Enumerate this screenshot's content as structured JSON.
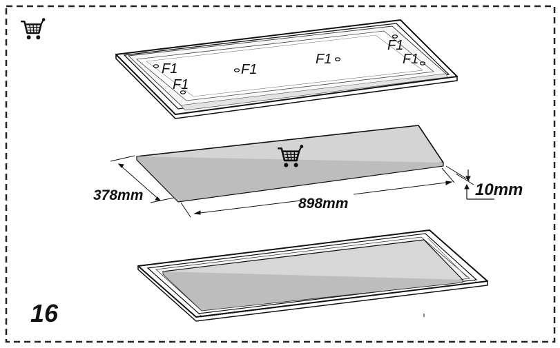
{
  "step_number": "16",
  "fastener_labels": [
    "F1",
    "F1",
    "F1",
    "F1",
    "F1",
    "F1"
  ],
  "dimensions": {
    "depth": "378mm",
    "width": "898mm",
    "thickness": "10mm"
  },
  "icons": {
    "corner": "shopping-cart-icon",
    "panel": "shopping-cart-icon"
  }
}
